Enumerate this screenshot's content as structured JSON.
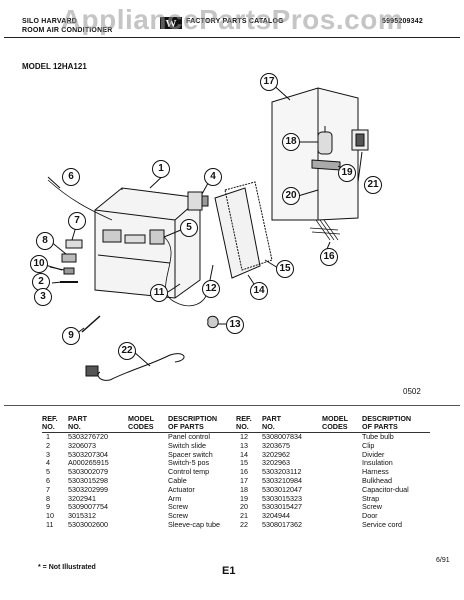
{
  "header": {
    "left_line1": "SILO HARVARD",
    "left_line2": "ROOM AIR CONDITIONER",
    "center": "FACTORY PARTS CATALOG",
    "doc_number": "5995209342"
  },
  "watermark": "AppliancePartsPros.com",
  "model": "MODEL 12HA121",
  "diagram": {
    "callouts": [
      "1",
      "2",
      "3",
      "4",
      "5",
      "6",
      "7",
      "8",
      "9",
      "10",
      "11",
      "12",
      "13",
      "14",
      "15",
      "16",
      "17",
      "18",
      "19",
      "20",
      "21",
      "22"
    ],
    "code": "0502"
  },
  "table": {
    "headers": {
      "ref": [
        "REF.",
        "NO."
      ],
      "part": [
        "PART",
        "NO."
      ],
      "model": [
        "MODEL",
        "CODES"
      ],
      "desc": [
        "DESCRIPTION",
        "OF PARTS"
      ]
    },
    "left_rows": [
      {
        "ref": "1",
        "part": "5303276720",
        "desc": "Panel control"
      },
      {
        "ref": "2",
        "part": "3206073",
        "desc": "Switch slide"
      },
      {
        "ref": "3",
        "part": "5303207304",
        "desc": "Spacer switch"
      },
      {
        "ref": "4",
        "part": "A000265915",
        "desc": "Switch-5 pos"
      },
      {
        "ref": "5",
        "part": "5303002079",
        "desc": "Control temp"
      },
      {
        "ref": "6",
        "part": "5303015298",
        "desc": "Cable"
      },
      {
        "ref": "7",
        "part": "5303202999",
        "desc": "Actuator"
      },
      {
        "ref": "8",
        "part": "3202941",
        "desc": "Arm"
      },
      {
        "ref": "9",
        "part": "5309007754",
        "desc": "Screw"
      },
      {
        "ref": "10",
        "part": "3015312",
        "desc": "Screw"
      },
      {
        "ref": "11",
        "part": "5303002600",
        "desc": "Sleeve-cap tube"
      }
    ],
    "right_rows": [
      {
        "ref": "12",
        "part": "5308007834",
        "desc": "Tube bulb"
      },
      {
        "ref": "13",
        "part": "3203675",
        "desc": "Clip"
      },
      {
        "ref": "14",
        "part": "3202962",
        "desc": "Divider"
      },
      {
        "ref": "15",
        "part": "3202963",
        "desc": "Insulation"
      },
      {
        "ref": "16",
        "part": "5303203112",
        "desc": "Harness"
      },
      {
        "ref": "17",
        "part": "5303210984",
        "desc": "Bulkhead"
      },
      {
        "ref": "18",
        "part": "5303012047",
        "desc": "Capacitor-dual"
      },
      {
        "ref": "19",
        "part": "5303015323",
        "desc": "Strap"
      },
      {
        "ref": "20",
        "part": "5303015427",
        "desc": "Screw"
      },
      {
        "ref": "21",
        "part": "3204944",
        "desc": "Door"
      },
      {
        "ref": "22",
        "part": "5308017362",
        "desc": "Service cord"
      }
    ]
  },
  "footer": {
    "note": "* = Not Illustrated",
    "page_code": "E1",
    "date": "6/91"
  }
}
